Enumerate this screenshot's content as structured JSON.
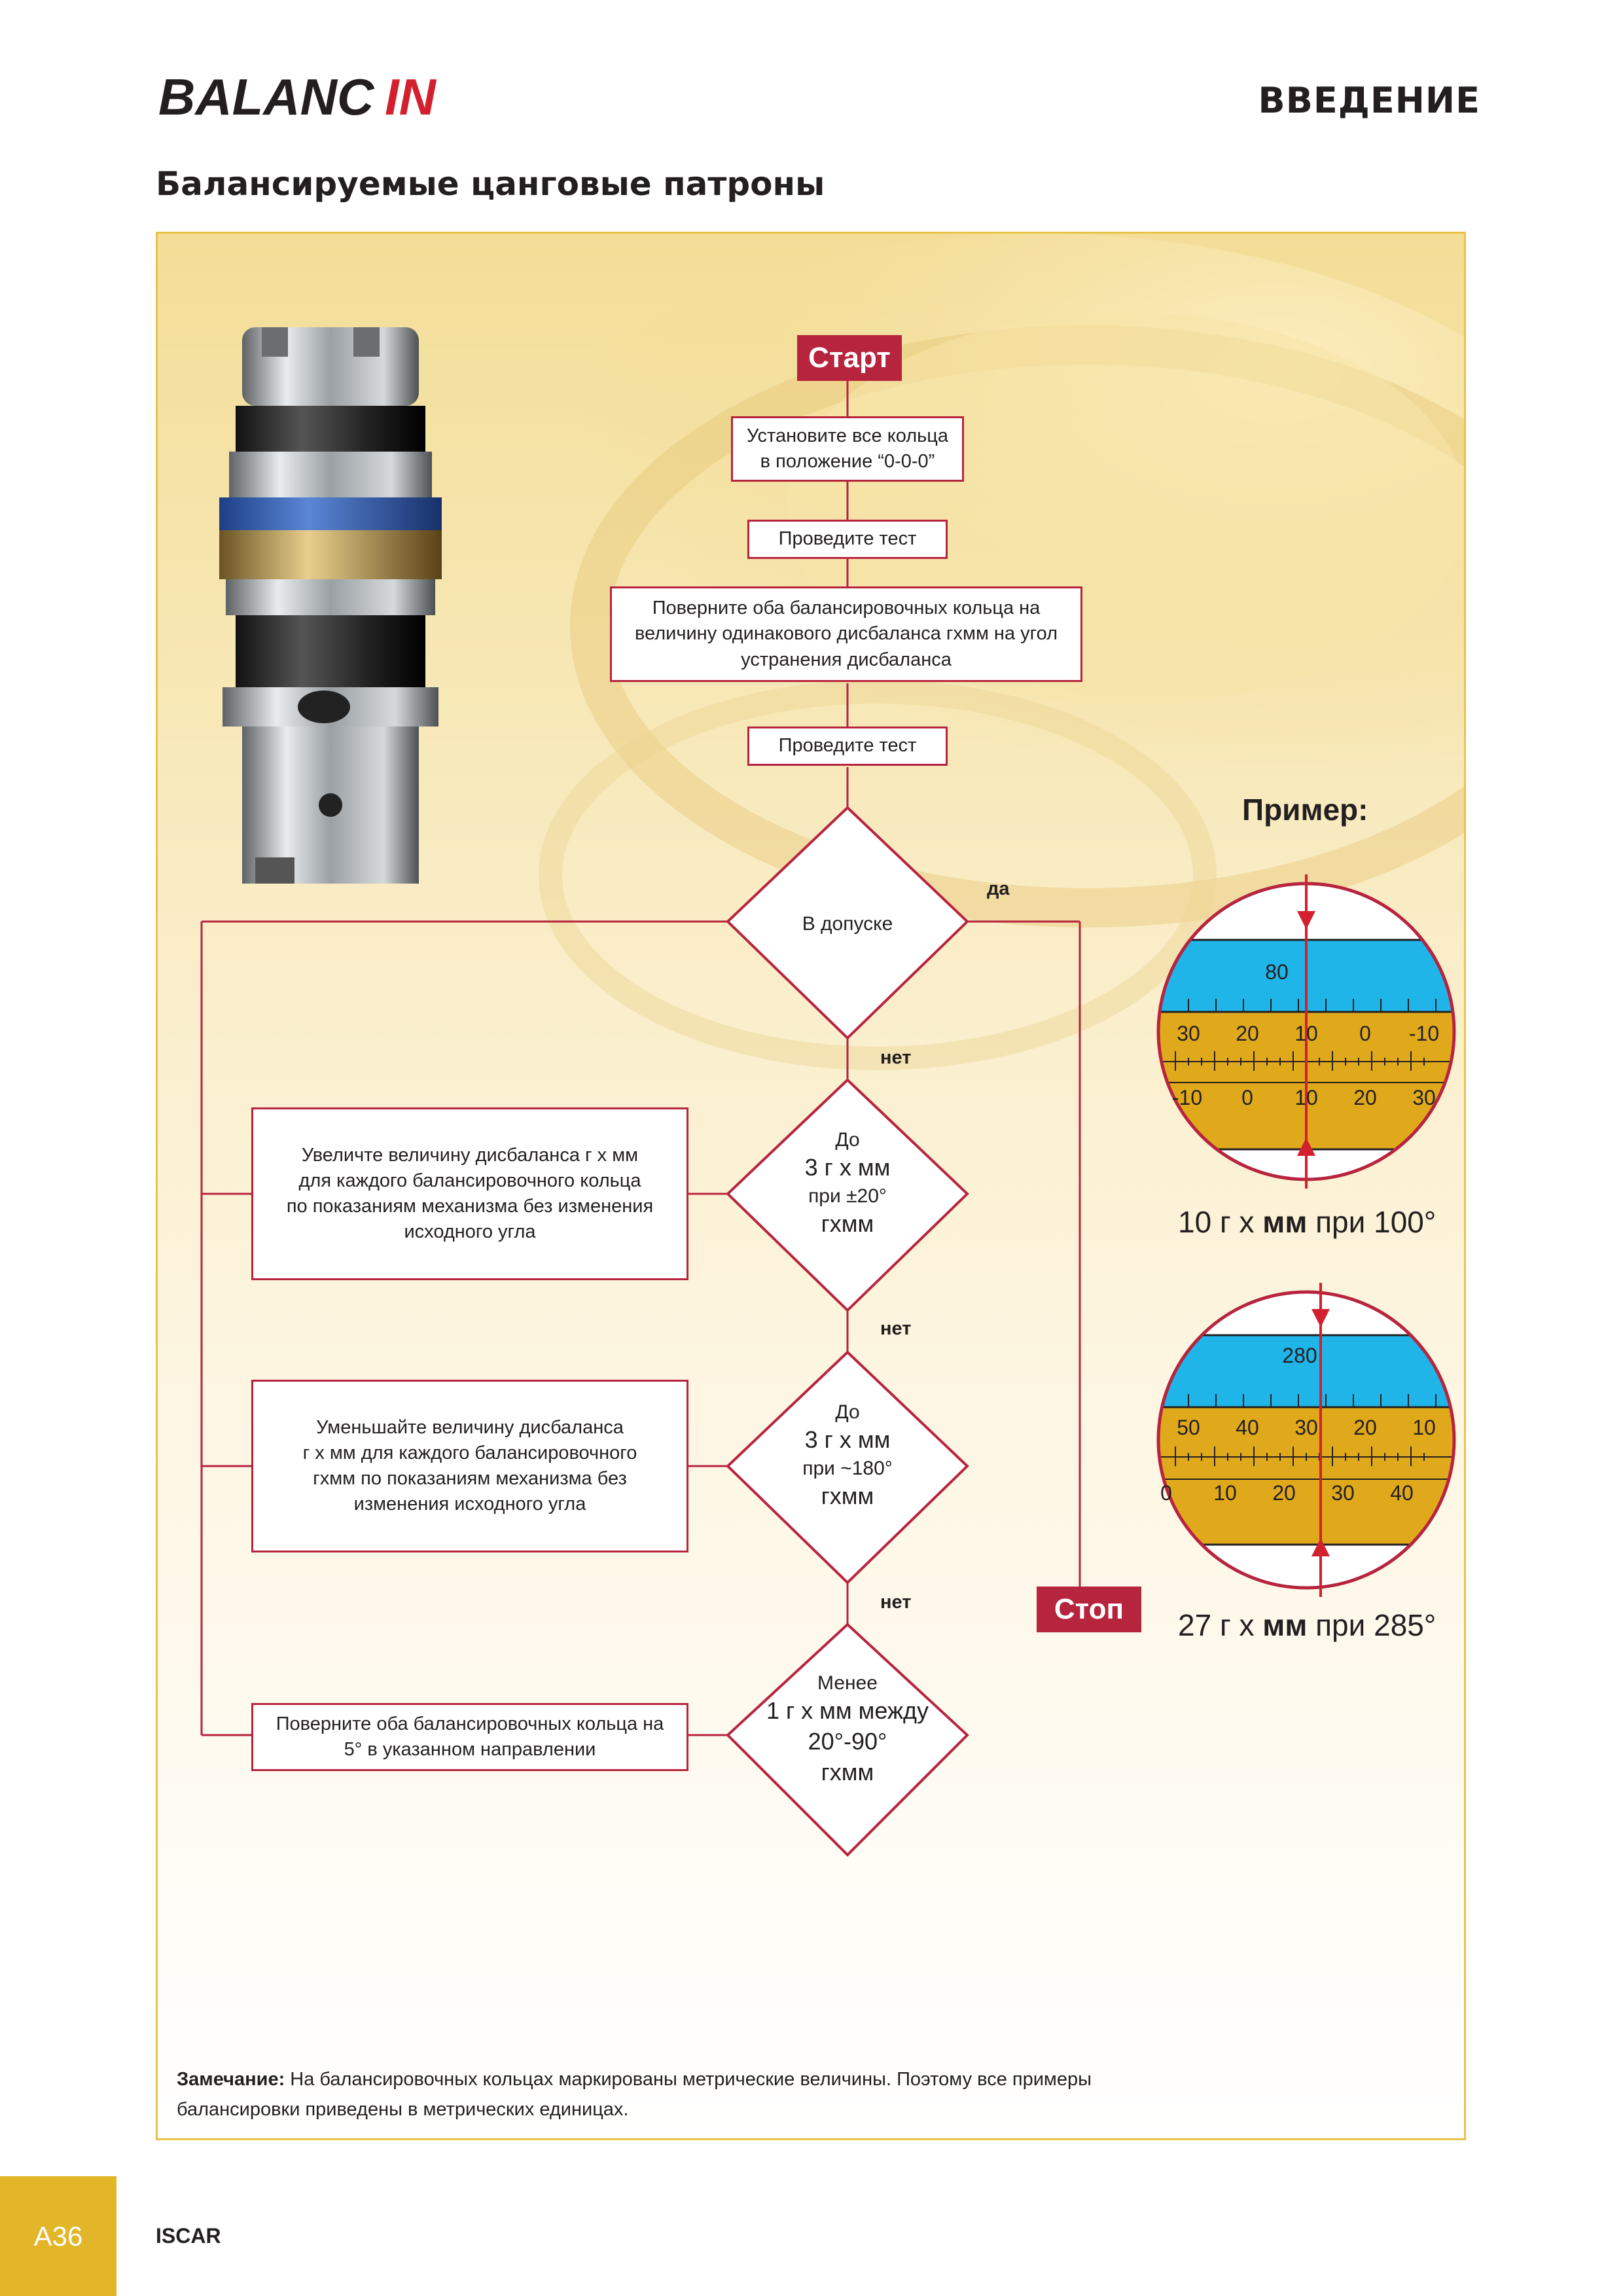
{
  "header": {
    "logo_text_main": "BALANC",
    "logo_text_accent": "IN",
    "section": "ВВЕДЕНИЕ",
    "heading": "Балансируемые цанговые патроны"
  },
  "flow": {
    "start": "Старт",
    "step1_line1": "Установите все кольца",
    "step1_line2": "в положение “0-0-0”",
    "step2": "Проведите тест",
    "step3_line1": "Поверните оба балансировочных кольца на",
    "step3_line2": "величину одинакового дисбаланса гхмм на угол",
    "step3_line3": "устранения дисбаланса",
    "step4": "Проведите тест",
    "decision1": "В допуске",
    "yes": "да",
    "no1": "нет",
    "decision2_line1": "До",
    "decision2_line2": "3 г х мм",
    "decision2_line3": "при ±20°",
    "decision2_line4": "гхмм",
    "action2_line1": "Увеличте величину дисбаланса г х мм",
    "action2_line2": "для каждого балансировочного кольца",
    "action2_line3": "по показаниям механизма без изменения",
    "action2_line4": "исходного угла",
    "no2": "нет",
    "decision3_line1": "До",
    "decision3_line2": "3 г х мм",
    "decision3_line3": "при ~180°",
    "decision3_line4": "гхмм",
    "action3_line1": "Уменьшайте величину дисбаланса",
    "action3_line2": "г х мм для каждого балансировочного",
    "action3_line3": "гхмм по показаниям механизма без",
    "action3_line4": "изменения исходного угла",
    "no3": "нет",
    "stop": "Стоп",
    "decision4_line1": "Менее",
    "decision4_line2": "1 г х мм между",
    "decision4_line3": "20°-90°",
    "decision4_line4": "гхмм",
    "action4_line1": "Поверните оба балансировочных кольца на",
    "action4_line2": "5° в указанном направлении"
  },
  "example": {
    "title": "Пример:",
    "dial1": {
      "top_label": "80",
      "mid_labels": [
        "30",
        "20",
        "10",
        "0",
        "-10"
      ],
      "bottom_labels": [
        "-10",
        "0",
        "10",
        "20",
        "30"
      ],
      "caption_value": "10 г х",
      "caption_unit": "мм",
      "caption_angle": "при 100°"
    },
    "dial2": {
      "top_label": "280",
      "mid_labels": [
        "50",
        "40",
        "30",
        "20",
        "10"
      ],
      "bottom_labels": [
        "0",
        "10",
        "20",
        "30",
        "40"
      ],
      "caption_value": "27 г х",
      "caption_unit": "мм",
      "caption_angle": "при 285°"
    }
  },
  "note": {
    "label": "Замечание:",
    "text": " На балансировочных кольцах маркированы метрические величины. Поэтому все примеры балансировки приведены в метрических единицах."
  },
  "footer": {
    "page": "A36",
    "brand": "ISCAR"
  },
  "colors": {
    "accent": "#b7243e",
    "panel_border": "#e7c449",
    "dial_blue": "#1fb5e8",
    "dial_gold": "#e0a91c",
    "page_tab": "#e3b528"
  }
}
